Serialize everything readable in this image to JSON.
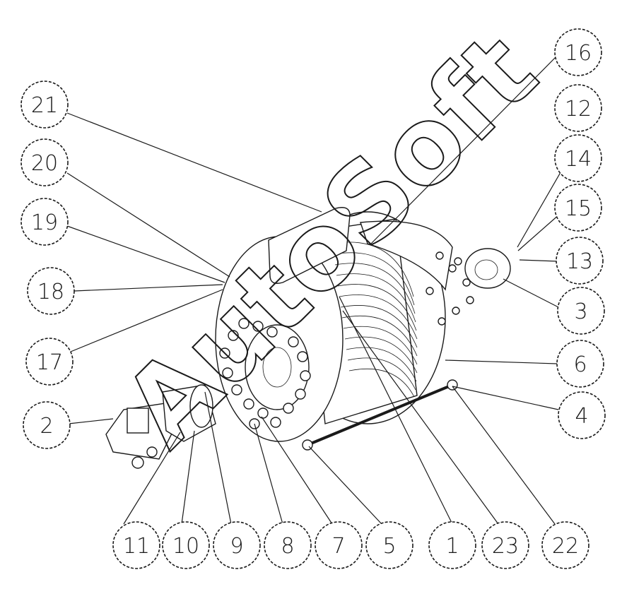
{
  "drawing": {
    "watermark_text": "AutoSoft",
    "ink_color": "#1a1a1a",
    "background_color": "#ffffff",
    "balloons": [
      {
        "id": "b1",
        "label": "1"
      },
      {
        "id": "b2",
        "label": "2"
      },
      {
        "id": "b3",
        "label": "3"
      },
      {
        "id": "b4",
        "label": "4"
      },
      {
        "id": "b5",
        "label": "5"
      },
      {
        "id": "b6",
        "label": "6"
      },
      {
        "id": "b7",
        "label": "7"
      },
      {
        "id": "b8",
        "label": "8"
      },
      {
        "id": "b9",
        "label": "9"
      },
      {
        "id": "b10",
        "label": "10"
      },
      {
        "id": "b11",
        "label": "11"
      },
      {
        "id": "b12",
        "label": "12"
      },
      {
        "id": "b13",
        "label": "13"
      },
      {
        "id": "b14",
        "label": "14"
      },
      {
        "id": "b15",
        "label": "15"
      },
      {
        "id": "b16",
        "label": "16"
      },
      {
        "id": "b17",
        "label": "17"
      },
      {
        "id": "b18",
        "label": "18"
      },
      {
        "id": "b19",
        "label": "19"
      },
      {
        "id": "b20",
        "label": "20"
      },
      {
        "id": "b21",
        "label": "21"
      },
      {
        "id": "b22",
        "label": "22"
      },
      {
        "id": "b23",
        "label": "23"
      }
    ]
  }
}
